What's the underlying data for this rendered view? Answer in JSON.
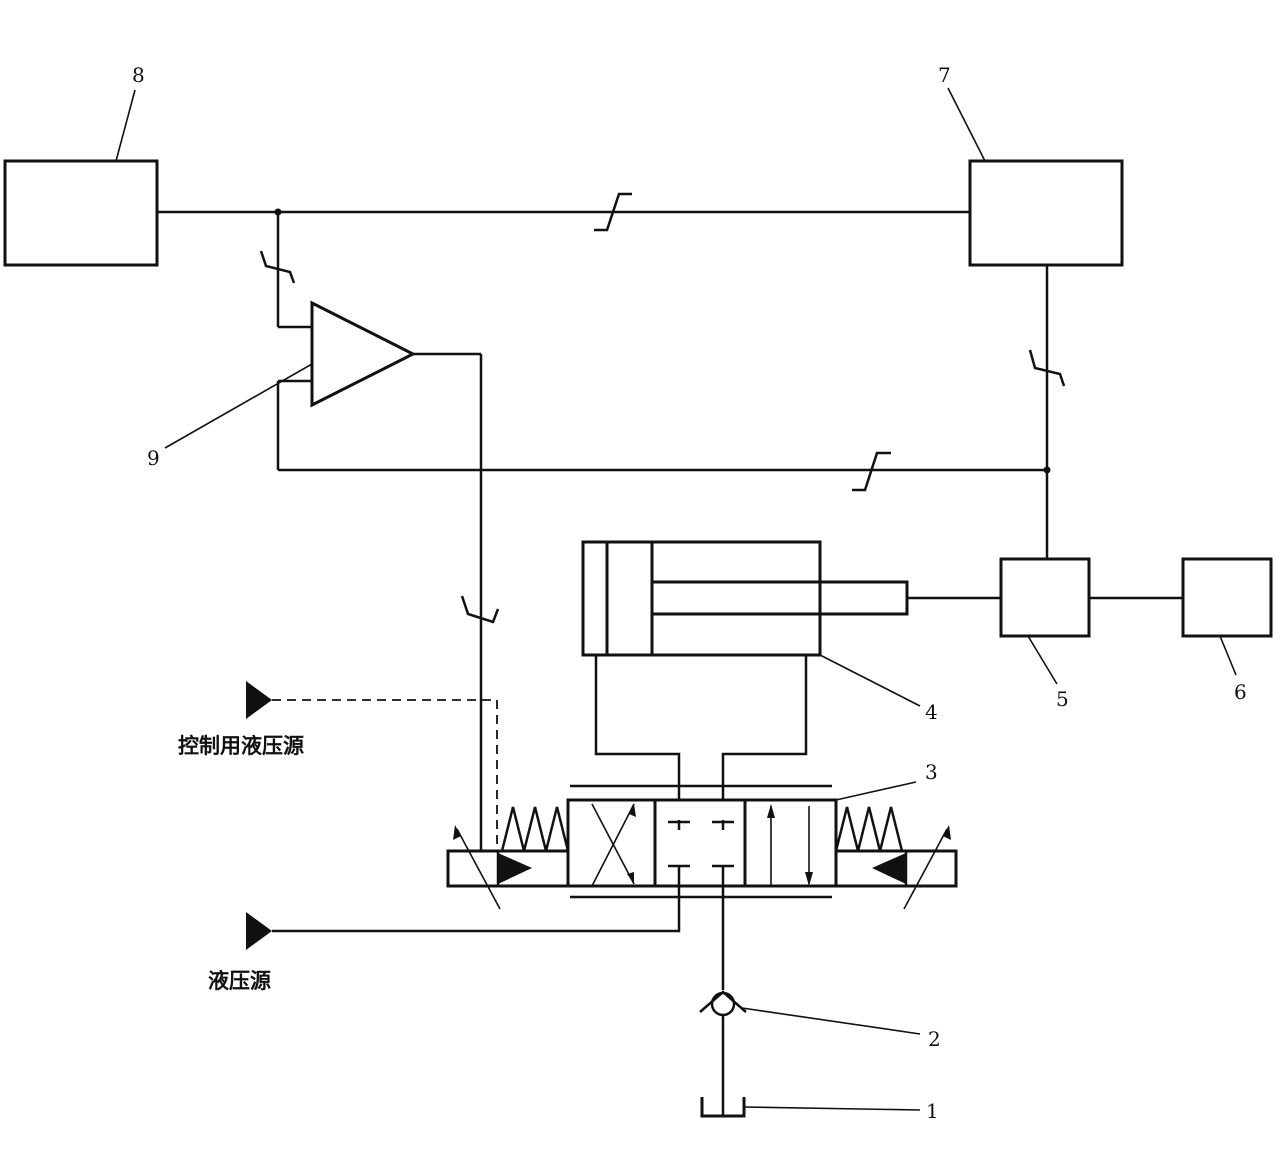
{
  "diagram": {
    "labels": {
      "n1": "1",
      "n2": "2",
      "n3": "3",
      "n4": "4",
      "n5": "5",
      "n6": "6",
      "n7": "7",
      "n8": "8",
      "n9": "9"
    },
    "captions": {
      "control_source": "控制用液压源",
      "hydraulic_source": "液压源"
    }
  }
}
